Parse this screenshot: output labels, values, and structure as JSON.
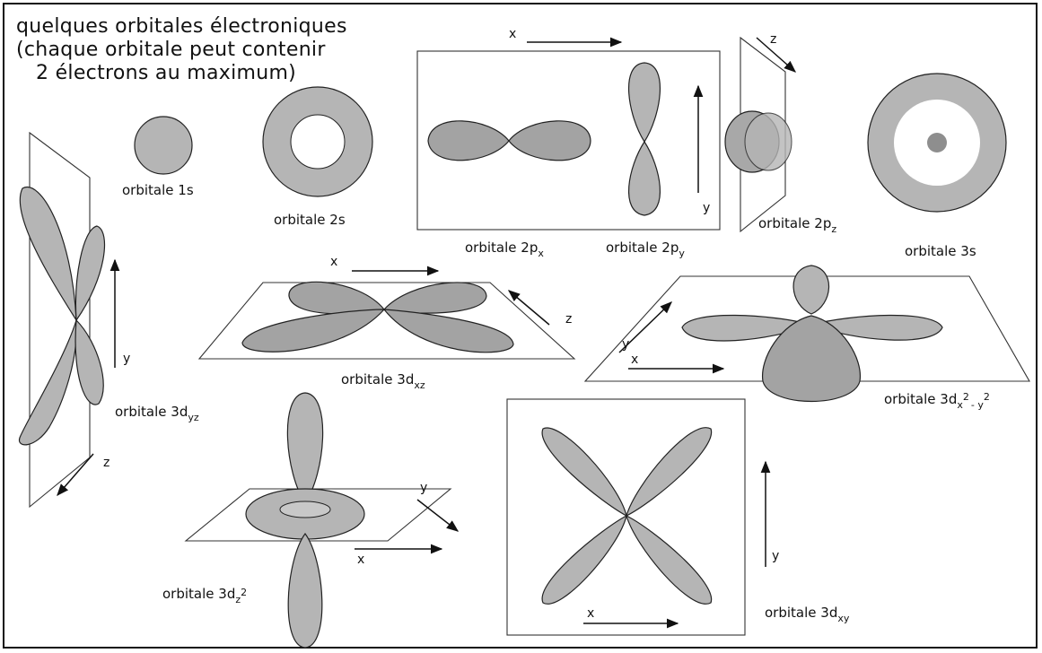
{
  "title": {
    "line1": "quelques orbitales électroniques",
    "line2": "(chaque orbitale peut contenir",
    "line3": "2 électrons au maximum)"
  },
  "labels": {
    "o1s": "orbitale 1s",
    "o2s": "orbitale 2s",
    "o3s": "orbitale 3s",
    "orbitale_prefix": "orbitale 2p",
    "orbitale_3d_prefix": "orbitale 3d",
    "sub_px": "x",
    "sub_py": "y",
    "sub_pz": "z",
    "sub_yz": "yz",
    "sub_xz": "xz",
    "sub_xy": "xy",
    "sub_z2_base": "z",
    "sub_z2_exp": "2",
    "sub_x2y2_a": "x",
    "sub_x2y2_exp1": "2",
    "sub_x2y2_mid": "- y",
    "sub_x2y2_exp2": "2"
  },
  "axes": {
    "x": "x",
    "y": "y",
    "z": "z"
  },
  "colors": {
    "lobe": "#b5b5b5",
    "line": "#222222",
    "background": "#ffffff"
  }
}
